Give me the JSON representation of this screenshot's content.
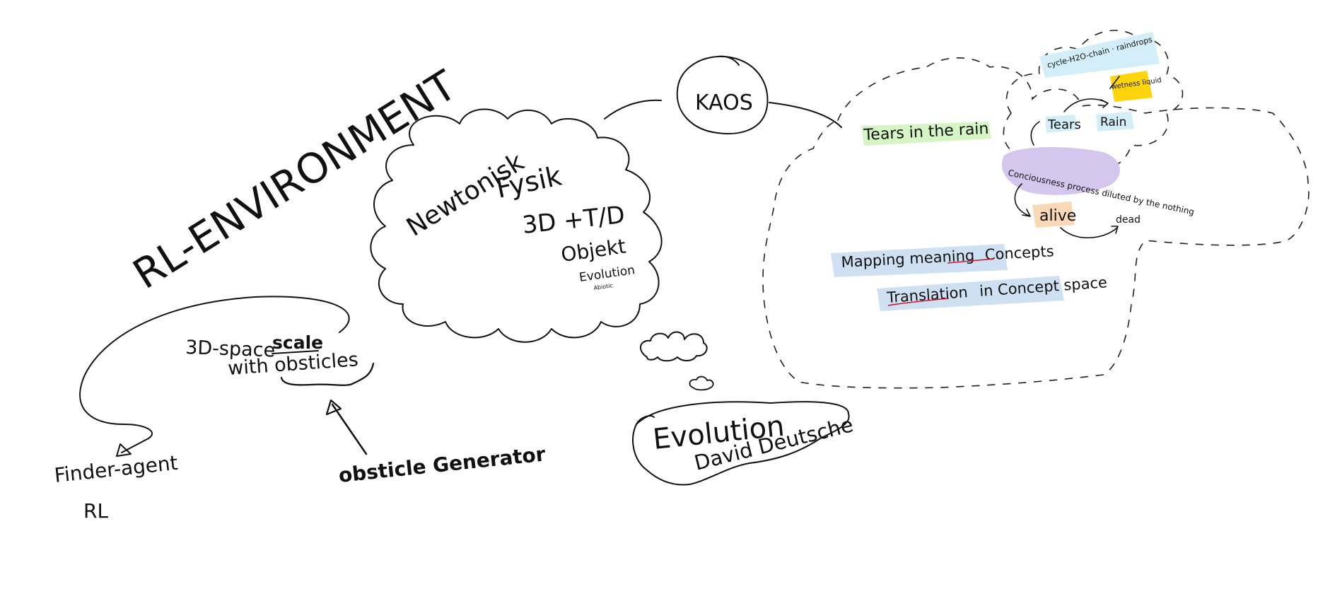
{
  "left": {
    "title": "RL-ENVIRONMENT",
    "space_line1": "3D-space",
    "space_word": "scale",
    "space_line2": "with obsticles",
    "finder": "Finder-agent",
    "rl": "RL",
    "generator": "obsticle Generator"
  },
  "cloud": {
    "title_a": "Newtonisk",
    "title_b": "Fysik",
    "line1": "3D +T/D",
    "line2": "Objekt",
    "line3": "Evolution",
    "line4": "Abiotic"
  },
  "kaos": "KAOS",
  "evolution": {
    "title": "Evolution",
    "author": "David Deutsche"
  },
  "concepts": {
    "tears_rain": "Tears in the rain",
    "cycle": "cycle-H2O-chain · raindrops",
    "wetness": "wetness liquid",
    "tears": "Tears",
    "rain": "Rain",
    "conscious": "Conciousness process diluted by the nothing",
    "alive": "alive",
    "dead": "dead",
    "mapping_prefix": "Mapping meaning",
    "mapping_word": "Concepts",
    "translation_word": "Translation",
    "translation_suffix": "in Concept space"
  },
  "colors": {
    "green": "#d6f5c4",
    "blue": "#cfe0f3",
    "lightblue": "#d3eef8",
    "yellow": "#ffd40a",
    "purple": "#d5c6ee",
    "orange": "#f8d8b6",
    "underline": "#d0152e"
  }
}
